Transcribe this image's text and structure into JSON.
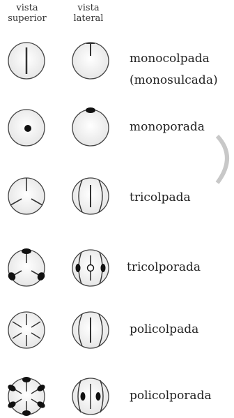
{
  "headers": {
    "top_view": [
      "vista",
      "superior"
    ],
    "side_view": [
      "vista",
      "lateral"
    ]
  },
  "types": [
    {
      "label": "monocolpada",
      "label2": "(monosulcada)"
    },
    {
      "label": "monoporada"
    },
    {
      "label": "tricolpada"
    },
    {
      "label": "tricolporada"
    },
    {
      "label": "policolpada"
    },
    {
      "label": "policolporada"
    }
  ]
}
